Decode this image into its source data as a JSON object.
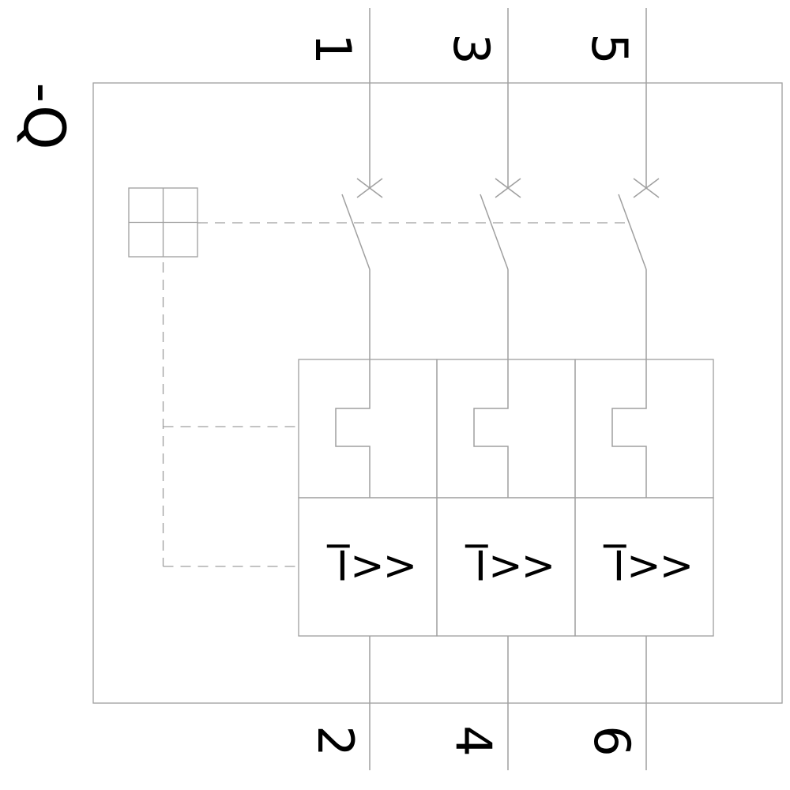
{
  "device": {
    "tag": "-Q"
  },
  "terminals": {
    "top": [
      "1",
      "3",
      "5"
    ],
    "bottom": [
      "2",
      "4",
      "6"
    ]
  },
  "trip_symbol": {
    "prefix": "I",
    "chevrons": ">>"
  },
  "colors": {
    "line": "#9f9f9f",
    "text": "#000000",
    "background": "#ffffff"
  }
}
